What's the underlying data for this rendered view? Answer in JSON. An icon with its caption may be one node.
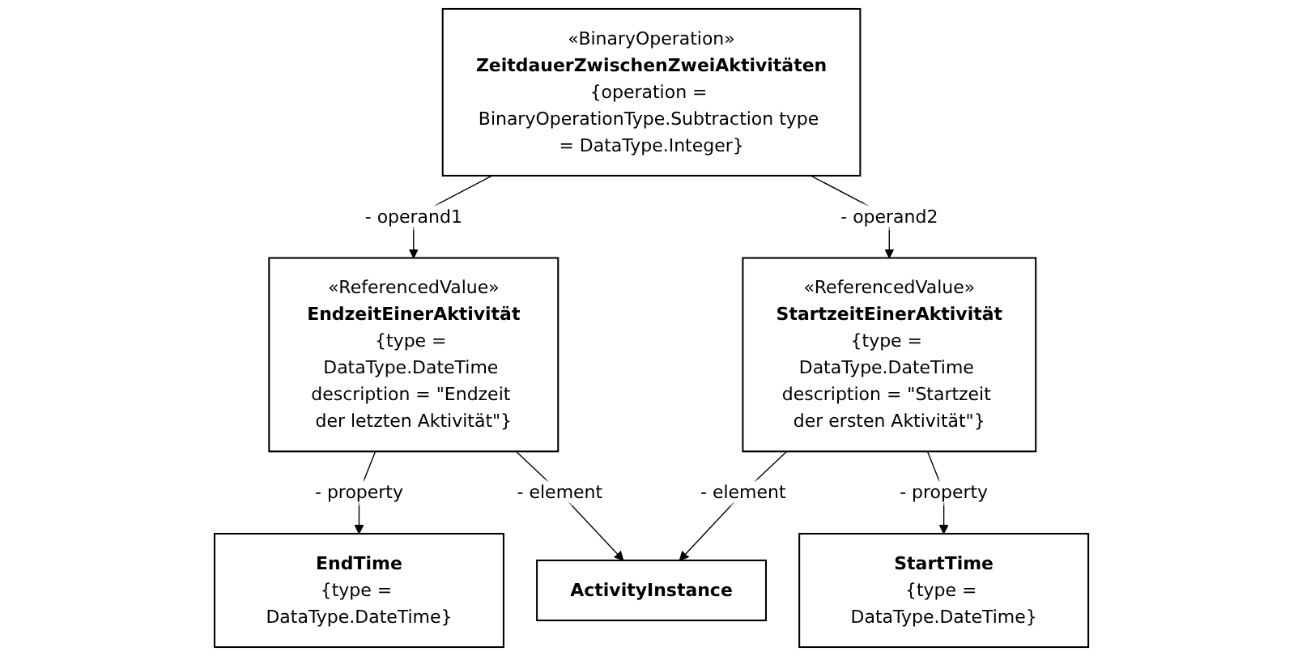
{
  "diagram": {
    "nodes": [
      {
        "text": [
          "«BinaryOperation»",
          "ZeitdauerZwischenZweiAktivitäten",
          "{operation = BinaryOperationType.Subtraction type = DataType.Integer}"
        ]
      },
      {
        "text": [
          "«ReferencedValue»",
          "EndzeitEinerAktivität",
          "{type = DataType.DateTime description = \"Endzeit der letzten Aktivität\"}"
        ]
      },
      {
        "text": [
          "«ReferencedValue»",
          "StartzeitEinerAktivität",
          "{type = DataType.DateTime description = \"Startzeit der ersten Aktivität\"}"
        ]
      },
      {
        "text": [
          "EndTime",
          "{type = DataType.DateTime}"
        ]
      },
      {
        "text": [
          "ActivityInstance"
        ]
      },
      {
        "text": [
          "StartTime",
          "{type = DataType.DateTime}"
        ]
      }
    ],
    "edges": [
      {
        "from": 0,
        "to": 1,
        "arrow": "to",
        "label": "- operand1"
      },
      {
        "from": 0,
        "to": 2,
        "arrow": "to",
        "label": "- operand2"
      },
      {
        "from": 1,
        "to": 3,
        "arrow": "to",
        "label": "- property"
      },
      {
        "from": 1,
        "to": 4,
        "arrow": "to",
        "label": "- element"
      },
      {
        "from": 2,
        "to": 4,
        "arrow": "to",
        "label": "- element"
      },
      {
        "from": 2,
        "to": 5,
        "arrow": "to",
        "label": "- property"
      }
    ]
  }
}
